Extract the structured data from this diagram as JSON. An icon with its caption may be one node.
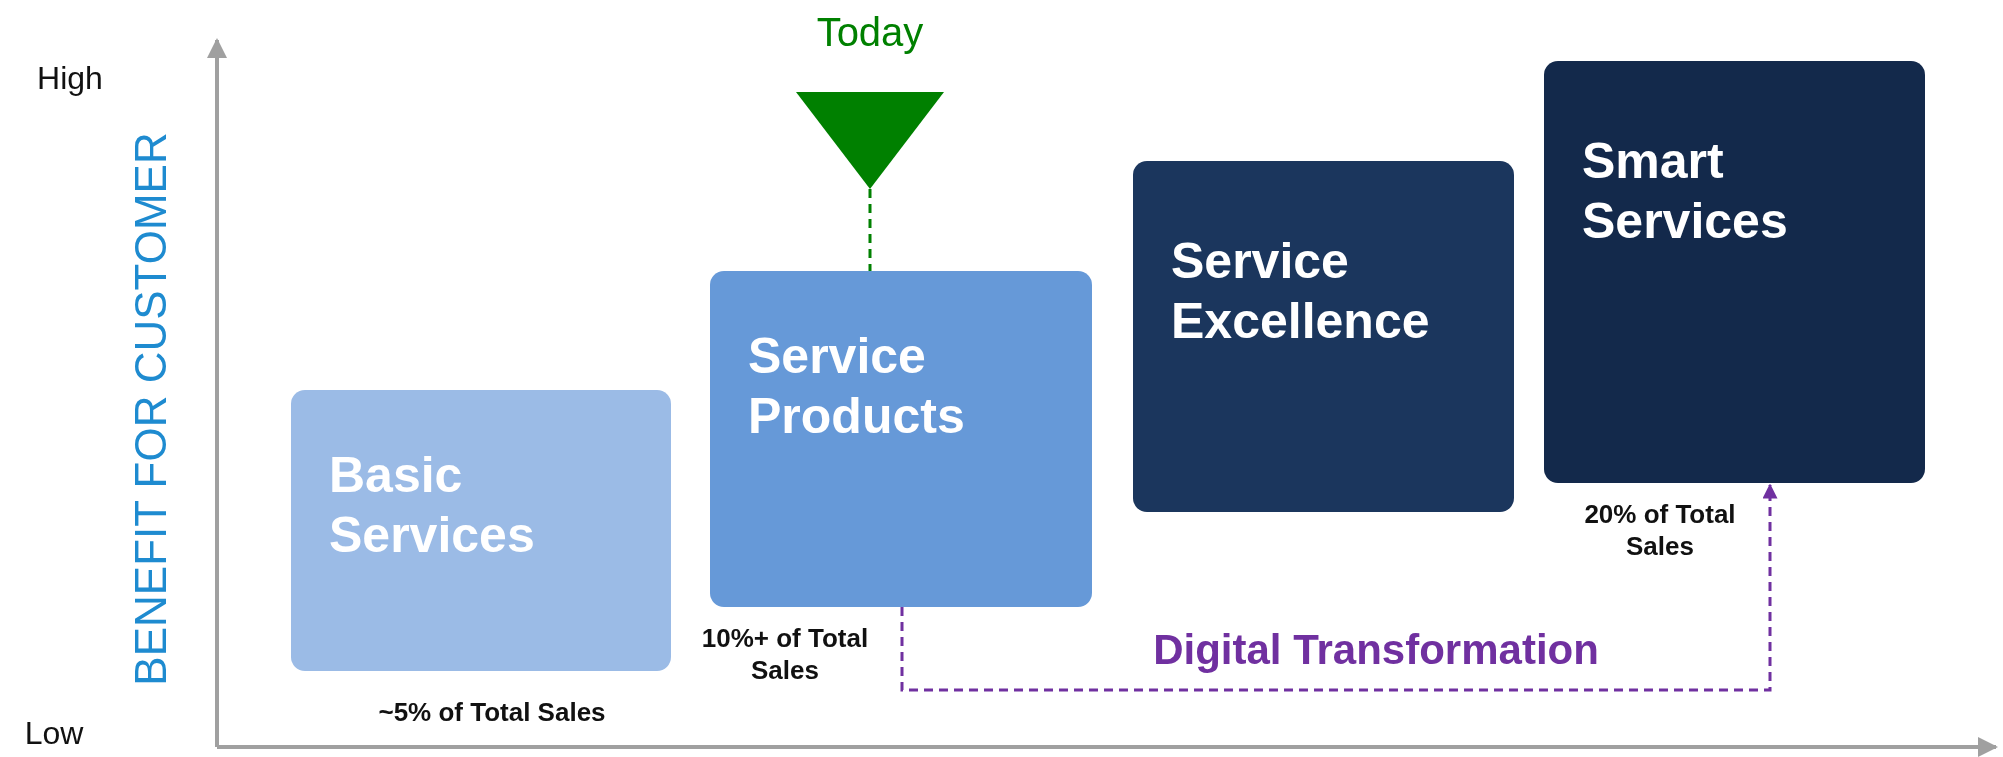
{
  "diagram": {
    "nodes": [
      {
        "text": [
          "Basic Services"
        ],
        "beside": [
          "~5% of Total Sales"
        ]
      },
      {
        "text": [
          "Service Products"
        ],
        "beside": [
          "10%+ of Total Sales"
        ]
      },
      {
        "text": [
          "Service Excellence"
        ]
      },
      {
        "text": [
          "Smart Services"
        ],
        "beside": [
          "20% of Total Sales"
        ]
      },
      {
        "text": [
          "Today"
        ]
      }
    ],
    "edges": [
      {
        "from": 4,
        "to": 1,
        "arrow": "none",
        "style": "dashed",
        "color": "#008000"
      },
      {
        "from": 1,
        "to": 3,
        "arrow": "to",
        "style": "dashed",
        "color": "#7030a0",
        "label": "Digital Transformation"
      }
    ],
    "labels": [
      "High",
      "BENEFIT FOR CUSTOMER",
      "Low"
    ]
  }
}
